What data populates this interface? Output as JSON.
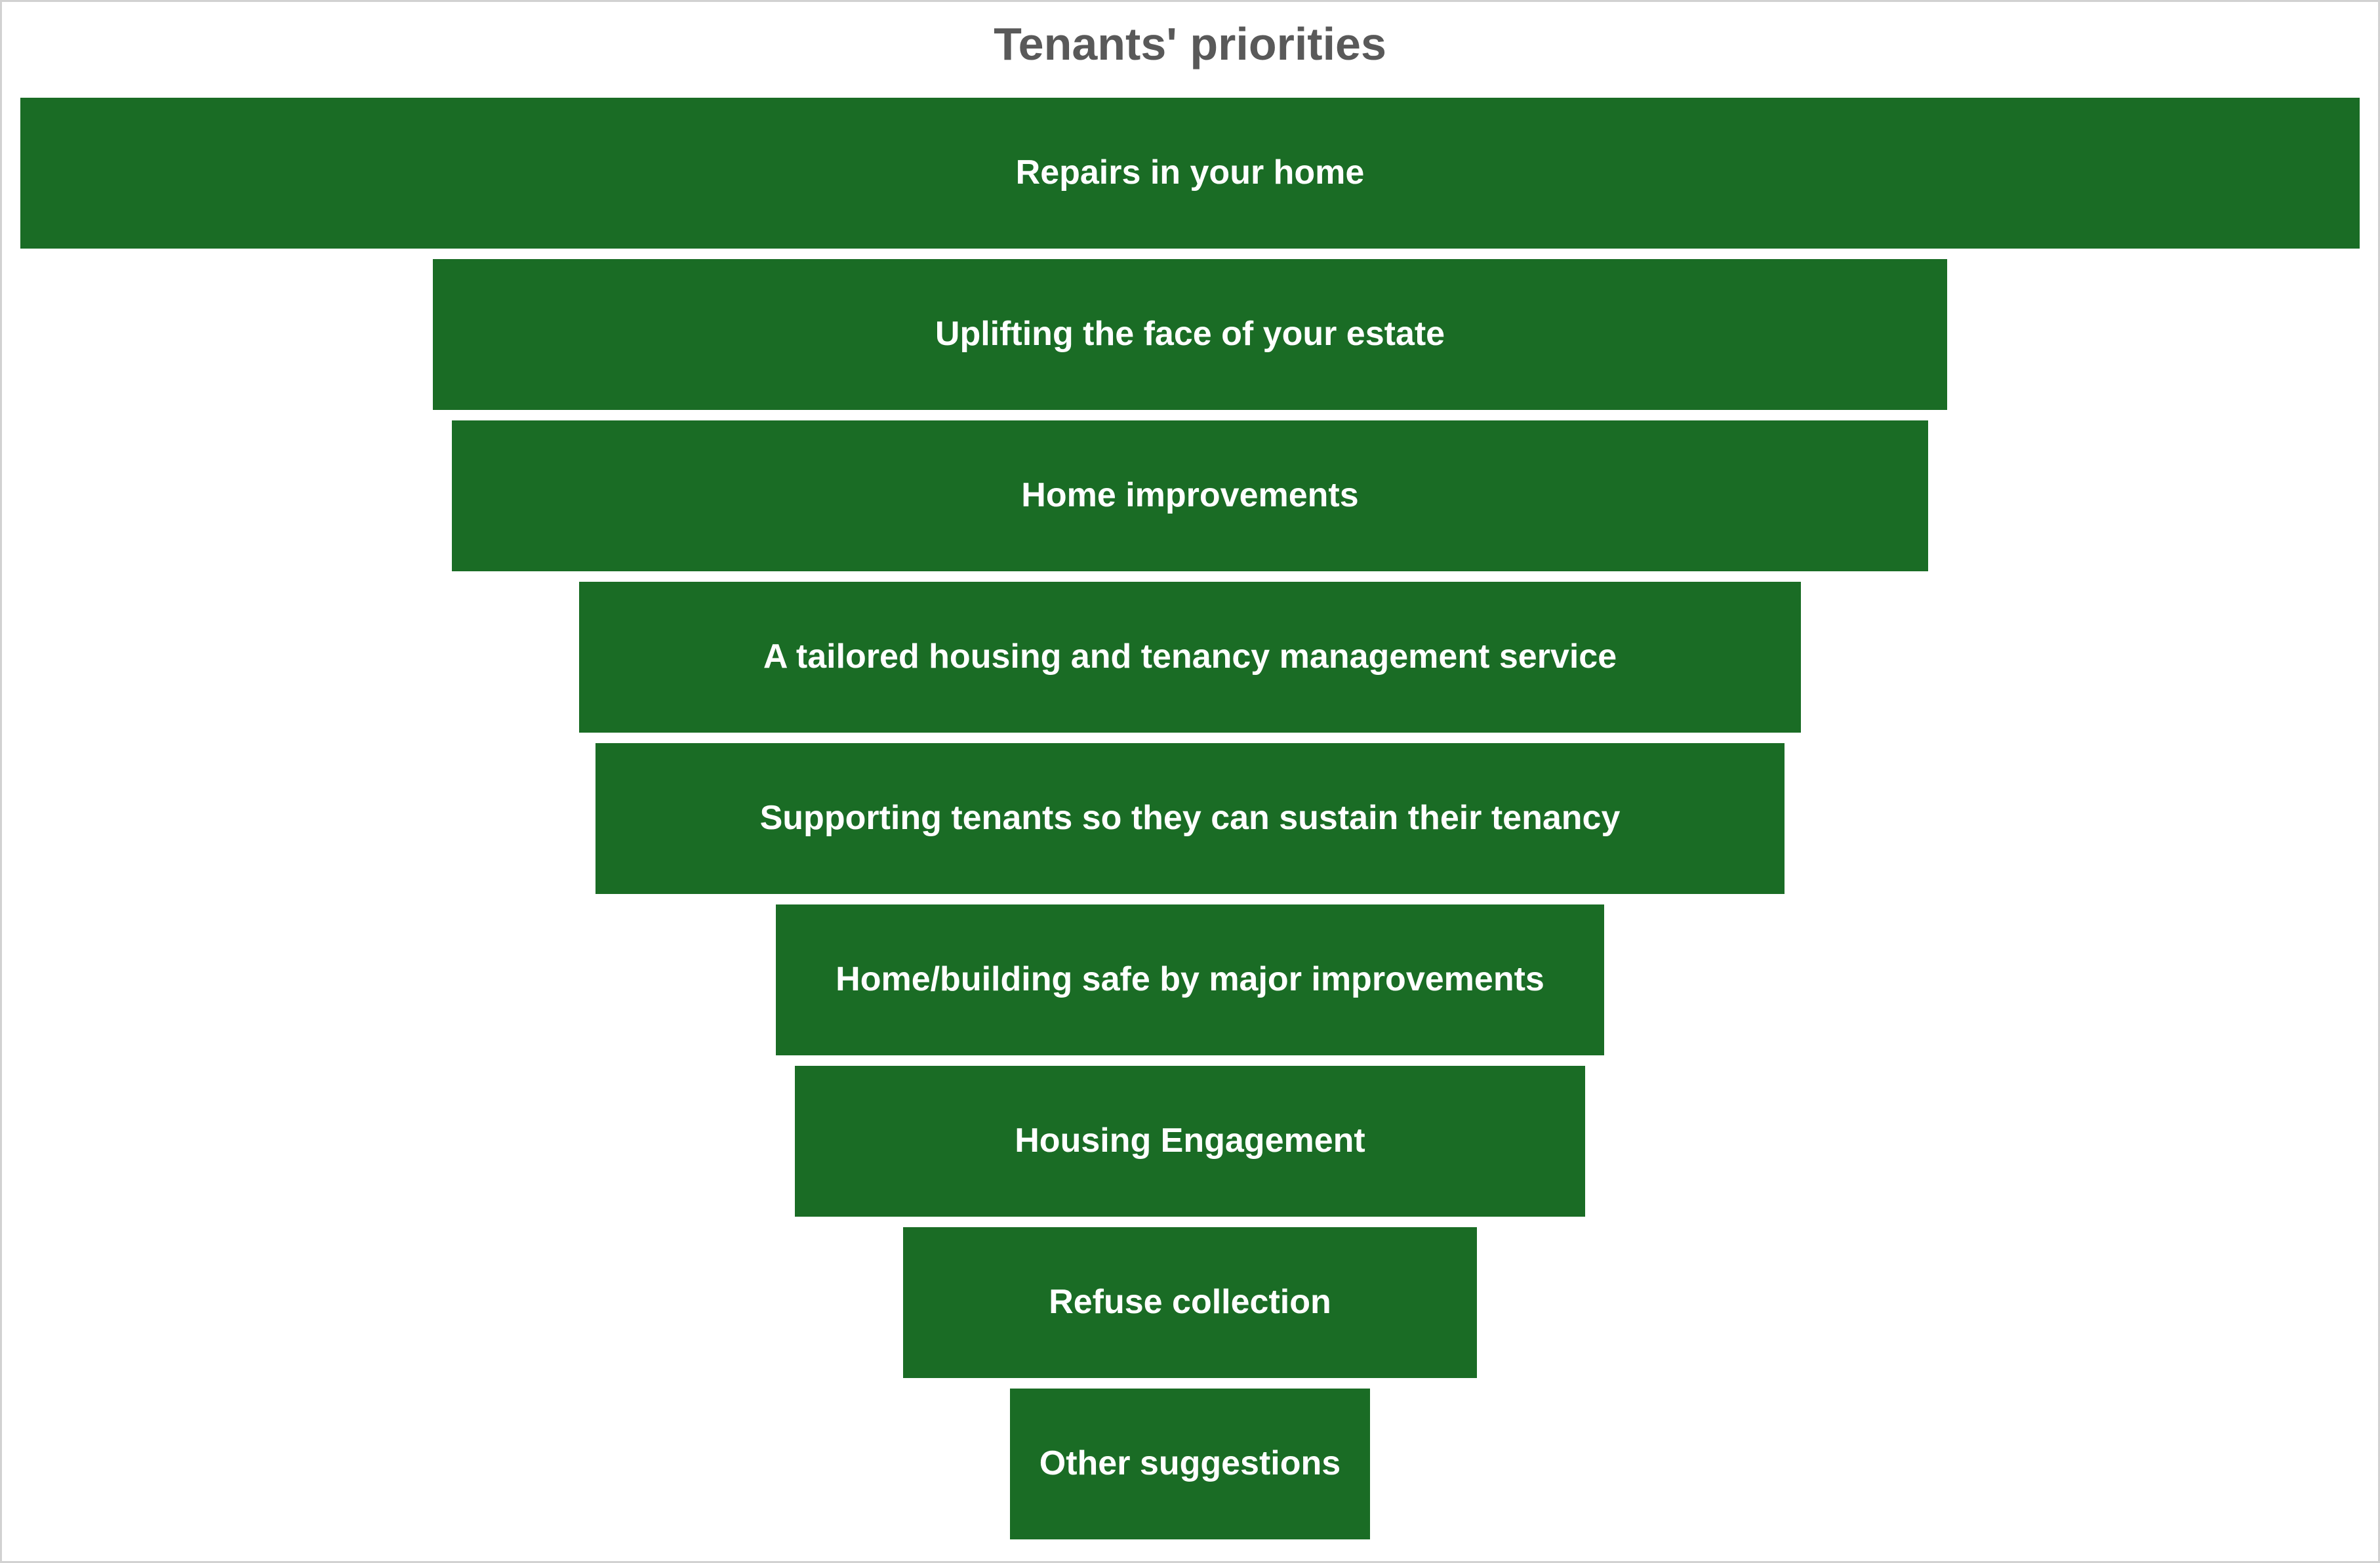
{
  "title": "Tenants' priorities",
  "colors": {
    "bar": "#1a6c25",
    "title_text": "#595959",
    "bar_label_text": "#ffffff",
    "background": "#ffffff",
    "page_border": "#d2d2d2"
  },
  "chart_data": {
    "type": "bar",
    "variant": "funnel",
    "title": "Tenants' priorities",
    "orientation": "horizontal-centered",
    "categories": [
      "Repairs in your home",
      "Uplifting the face of your estate",
      "Home improvements",
      "A tailored housing and tenancy management service",
      "Supporting tenants so they can sustain their tenancy",
      "Home/building safe by major improvements",
      "Housing Engagement",
      "Refuse collection",
      "Other suggestions"
    ],
    "values": [
      100,
      64.7,
      63.1,
      52.2,
      50.8,
      35.4,
      33.8,
      24.5,
      15.4
    ],
    "values_note": "Relative bar widths as percent of the widest bar, estimated from rendered pixels; the chart displays no numeric labels",
    "xlabel": "",
    "ylabel": "",
    "grid": false,
    "legend": false,
    "data_labels": "category name centered inside each bar"
  }
}
